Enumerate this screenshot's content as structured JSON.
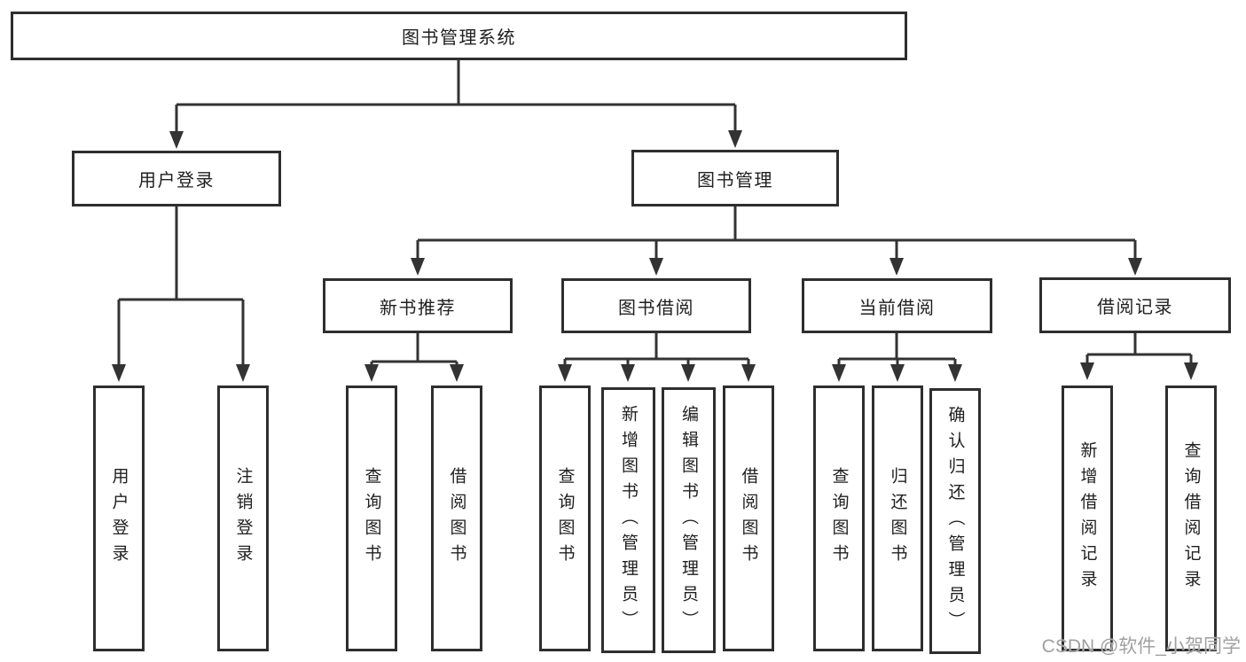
{
  "diagram": {
    "root": "图书管理系统",
    "branches": [
      {
        "label": "用户登录",
        "leaves": [
          "用户登录",
          "注销登录"
        ]
      },
      {
        "label": "图书管理",
        "groups": [
          {
            "label": "新书推荐",
            "leaves": [
              "查询图书",
              "借阅图书"
            ]
          },
          {
            "label": "图书借阅",
            "leaves": [
              "查询图书",
              "新增图书（管理员）",
              "编辑图书（管理员）",
              "借阅图书"
            ]
          },
          {
            "label": "当前借阅",
            "leaves": [
              "查询图书",
              "归还图书",
              "确认归还（管理员）"
            ]
          },
          {
            "label": "借阅记录",
            "leaves": [
              "新增借阅记录",
              "查询借阅记录"
            ]
          }
        ]
      }
    ]
  },
  "watermark": "CSDN @软件_小贺同学",
  "colors": {
    "line": "#333333",
    "border": "#2e2e2e",
    "text": "#1f1f1f",
    "watermark": "#a0a0a0",
    "background": "#ffffff"
  }
}
